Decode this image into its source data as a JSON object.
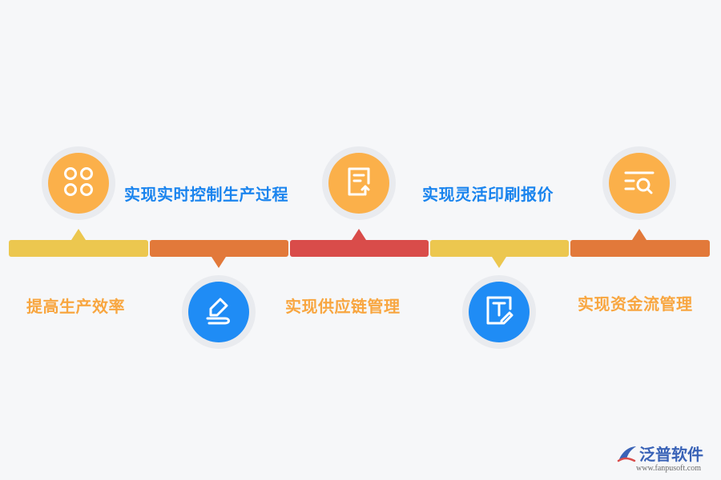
{
  "steps": [
    {
      "label": "提高生产效率",
      "icon": "four-circles-icon"
    },
    {
      "label": "实现实时控制生产过程",
      "icon": "signature-pen-icon"
    },
    {
      "label": "实现供应链管理",
      "icon": "document-upload-icon"
    },
    {
      "label": "实现灵活印刷报价",
      "icon": "text-edit-icon"
    },
    {
      "label": "实现资金流管理",
      "icon": "list-search-icon"
    }
  ],
  "colors": {
    "yellow": "#ecc74f",
    "orange": "#e2793a",
    "red": "#d94c4a",
    "circle_orange": "#fbb04a",
    "circle_blue": "#1f8cf5",
    "text_blue": "#1a84ee",
    "text_orange": "#f8a640"
  },
  "logo": {
    "name": "泛普软件",
    "url": "www.fanpusoft.com"
  }
}
